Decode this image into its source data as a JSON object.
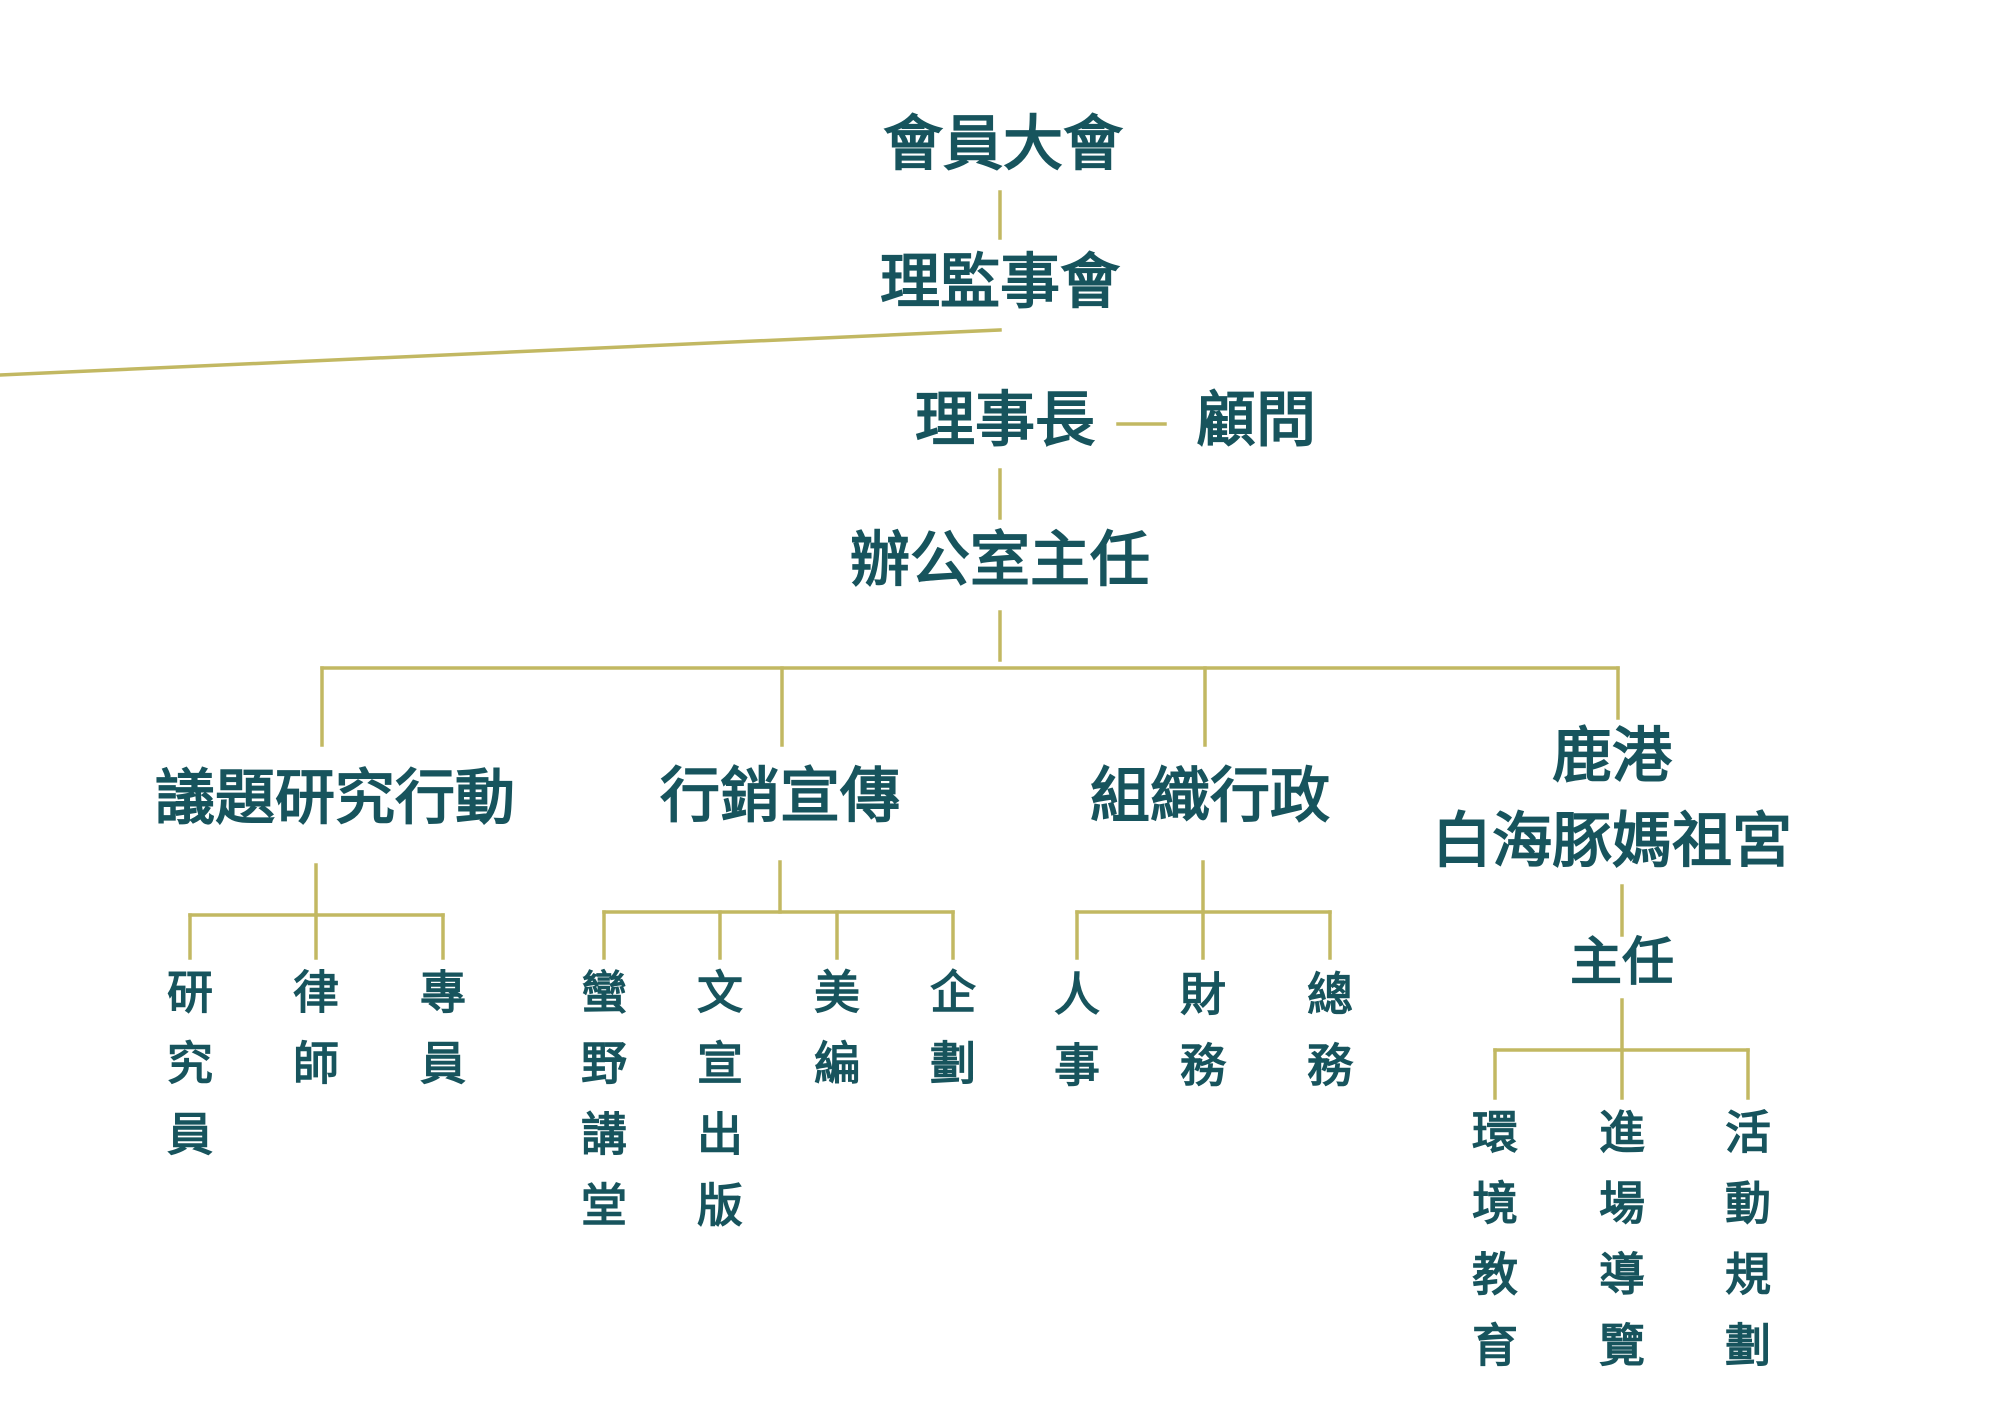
{
  "colors": {
    "text": "#17545d",
    "line": "#c2b862",
    "background": "#ffffff"
  },
  "org": {
    "assembly": "會員大會",
    "board": "理監事會",
    "chairman": "理事長",
    "advisor": "顧問",
    "office_director": "辦公室主任",
    "departments": [
      {
        "name": "議題研究行動",
        "roles": [
          "研究員",
          "律師",
          "專員"
        ]
      },
      {
        "name": "行銷宣傳",
        "roles": [
          "蠻野講堂",
          "文宣出版",
          "美編",
          "企劃"
        ]
      },
      {
        "name": "組織行政",
        "roles": [
          "人事",
          "財務",
          "總務"
        ]
      },
      {
        "name_lines": [
          "鹿港",
          "白海豚媽祖宮"
        ],
        "head": "主任",
        "roles": [
          "環境教育",
          "進場導覽",
          "活動規劃"
        ]
      }
    ]
  }
}
